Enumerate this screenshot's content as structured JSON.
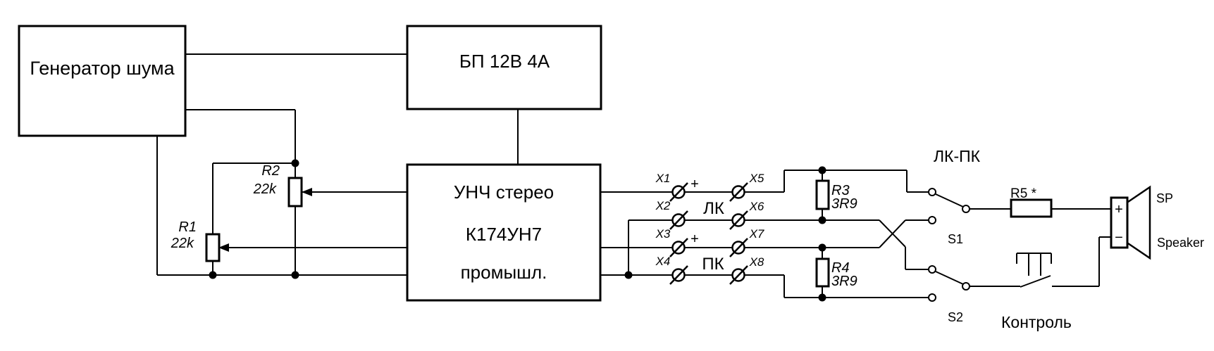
{
  "blocks": {
    "noise_generator": "Генератор шума",
    "power_supply": "БП 12В 4А",
    "amplifier": {
      "line1": "УНЧ стерео",
      "line2": "К174УН7",
      "line3": "промышл."
    }
  },
  "resistors": {
    "r1": {
      "ref": "R1",
      "value": "22k"
    },
    "r2": {
      "ref": "R2",
      "value": "22k"
    },
    "r3": {
      "ref": "R3",
      "value": "3R9"
    },
    "r4": {
      "ref": "R4",
      "value": "3R9"
    },
    "r5": {
      "ref": "R5 *"
    }
  },
  "terminals": {
    "x1": "X1",
    "x2": "X2",
    "x3": "X3",
    "x4": "X4",
    "x5": "X5",
    "x6": "X6",
    "x7": "X7",
    "x8": "X8"
  },
  "channels": {
    "left": "ЛК",
    "right": "ПК",
    "plus_top": "+",
    "plus_bottom": "+"
  },
  "switches": {
    "s1": "S1",
    "s2": "S2",
    "mode_label": "ЛК-ПК"
  },
  "button": {
    "label": "Контроль"
  },
  "speaker": {
    "ref": "SP",
    "label": "Speaker",
    "plus": "+",
    "minus": "−"
  },
  "colors": {
    "line": "#000000",
    "background": "#ffffff"
  }
}
